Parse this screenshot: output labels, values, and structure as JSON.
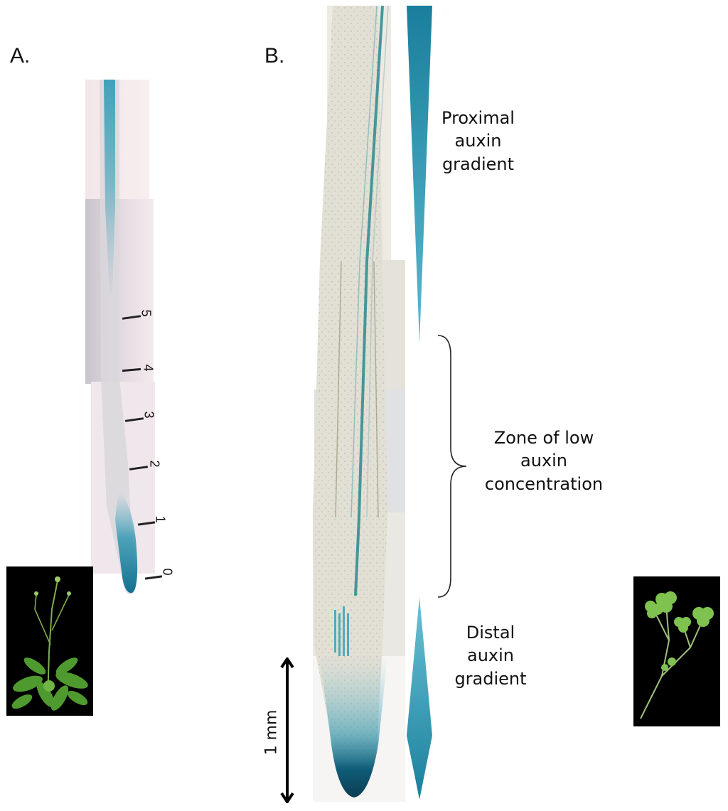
{
  "panel_a": {
    "label": "A.",
    "scale_marks": [
      "5",
      "4",
      "3",
      "2",
      "1",
      "0"
    ]
  },
  "panel_b": {
    "label": "B.",
    "proximal": {
      "line1": "Proximal",
      "line2": "auxin",
      "line3": "gradient"
    },
    "zone": {
      "line1": "Zone of low",
      "line2": "auxin",
      "line3": "concentration"
    },
    "distal": {
      "line1": "Distal",
      "line2": "auxin",
      "line3": "gradient"
    },
    "scale_bar": "1 mm"
  },
  "colors": {
    "stain": "#1f8ea8",
    "gradient": "#2f9bb6",
    "stain_dark": "#0d3f55",
    "plant_bg": "#000000",
    "leaf": "#5fa63a"
  },
  "icons": {
    "arabidopsis_photo": "arabidopsis-plant-photo",
    "medicago_photo": "medicago-plant-photo"
  }
}
